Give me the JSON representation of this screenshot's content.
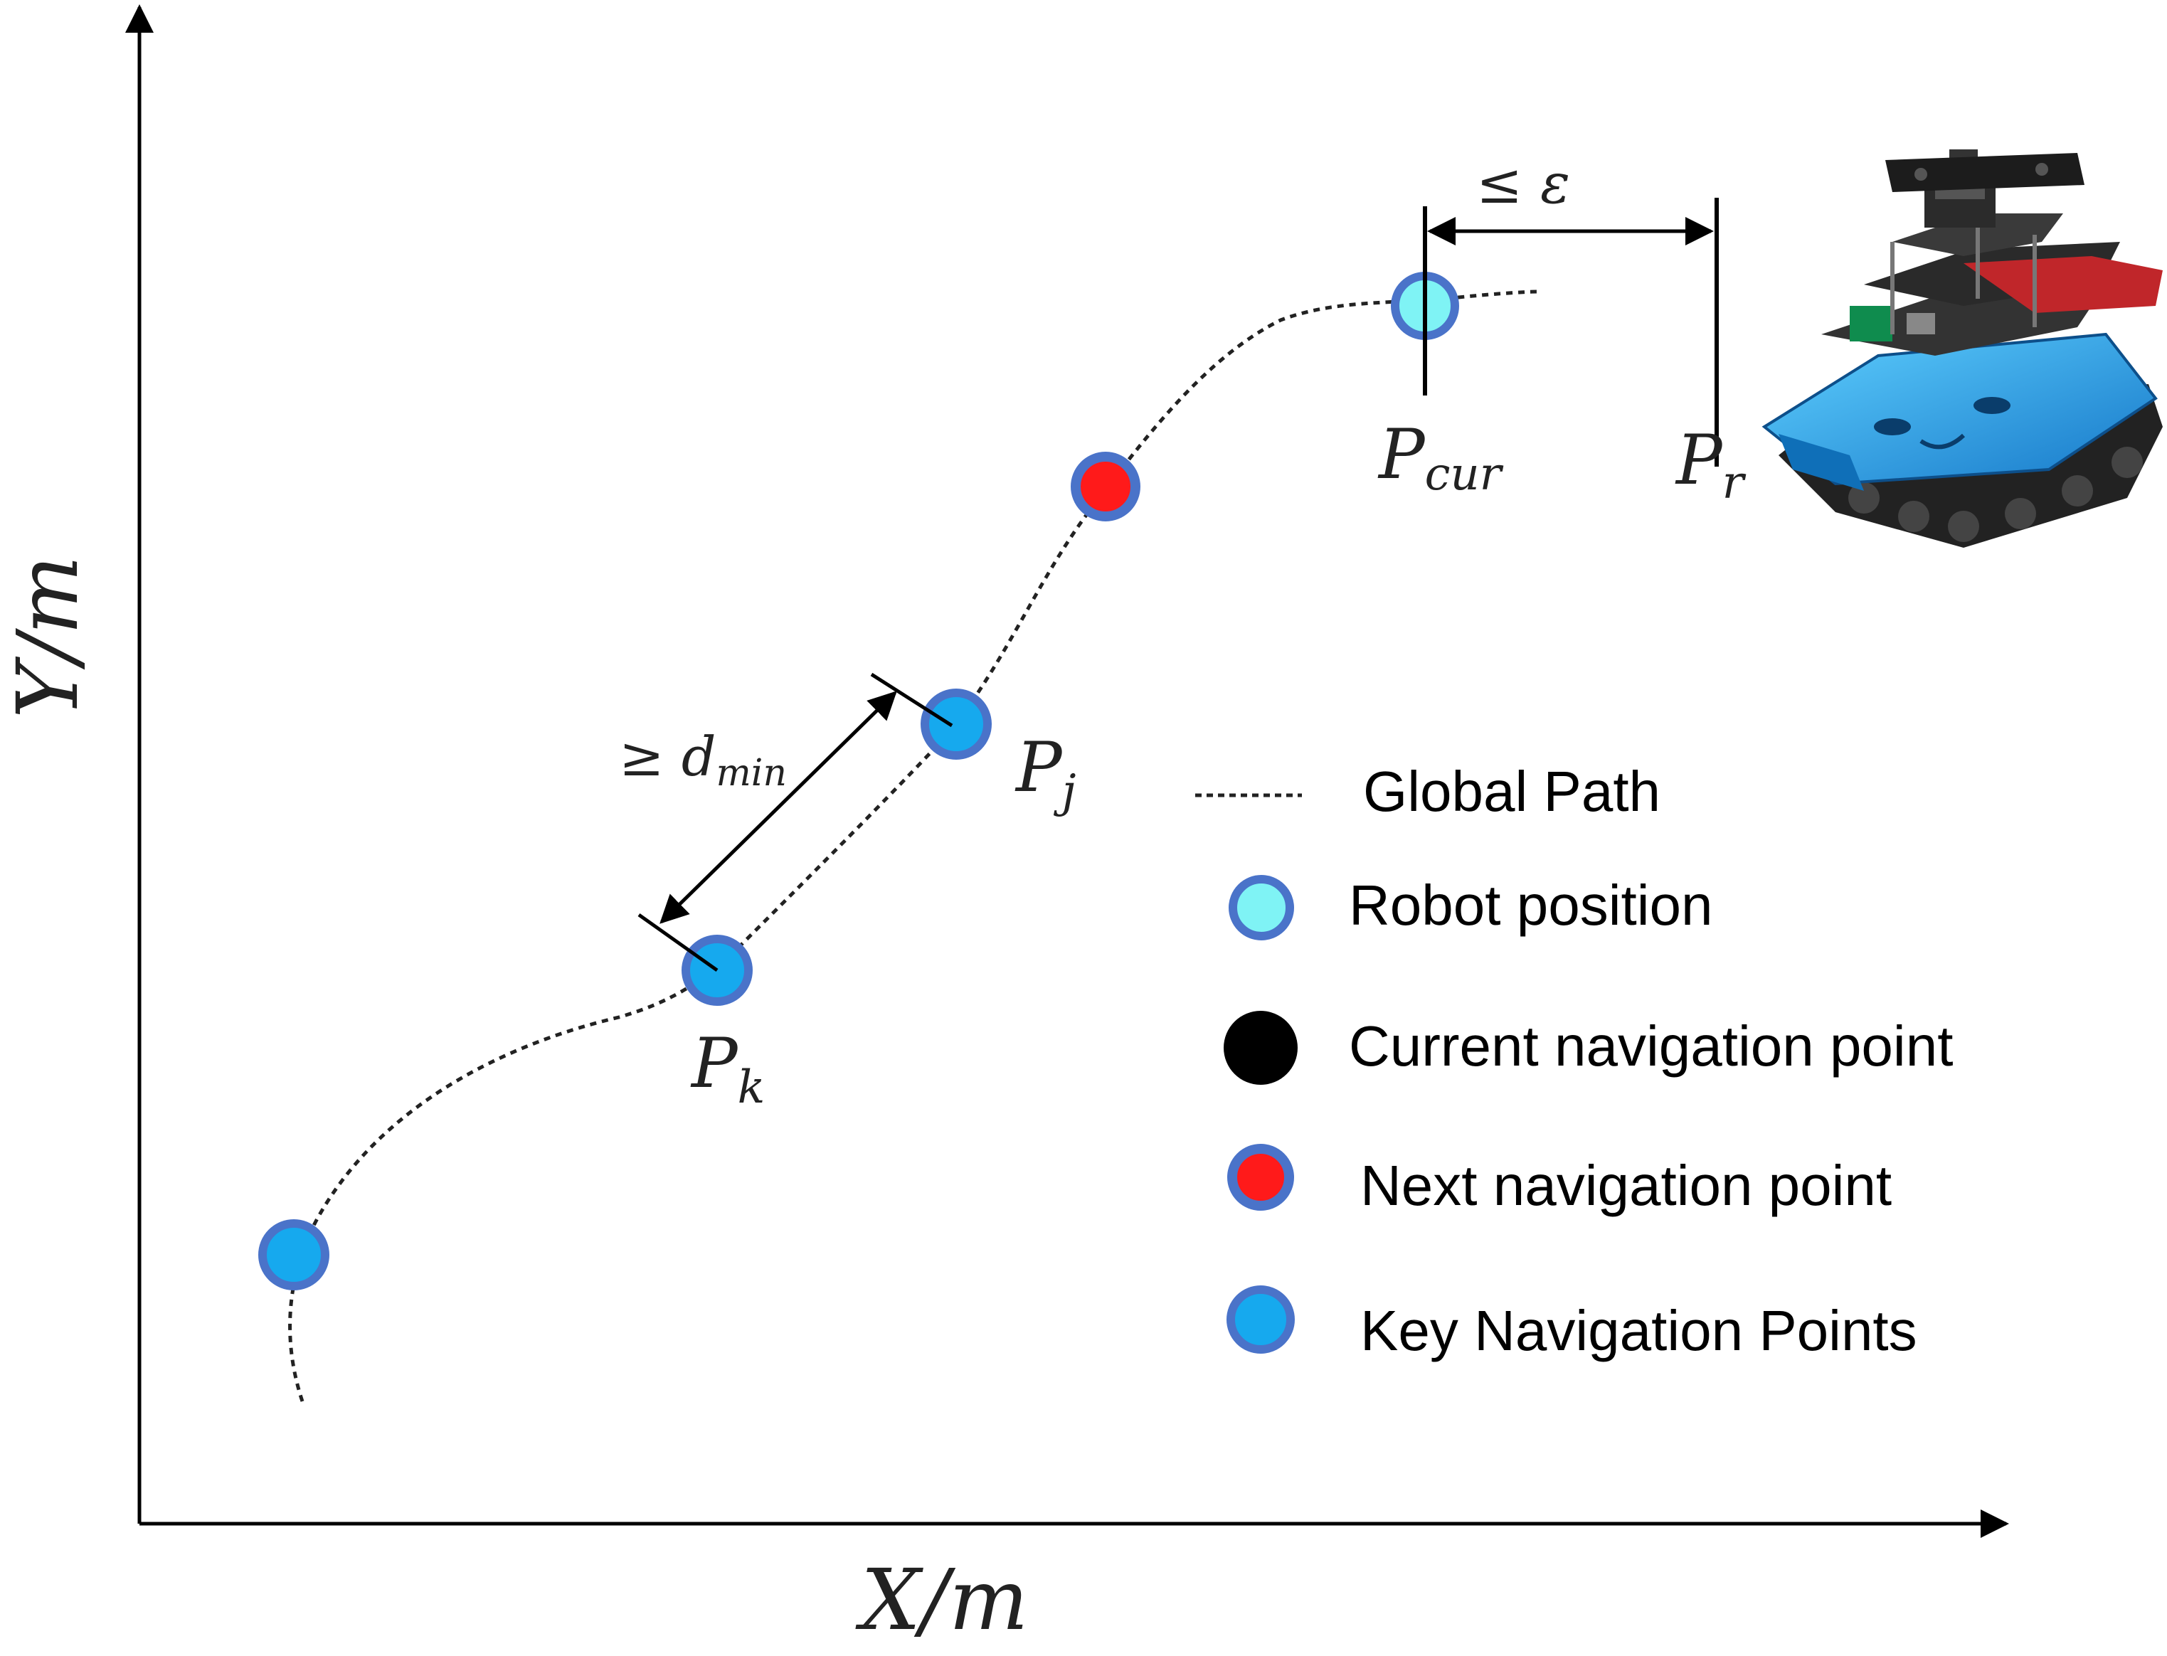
{
  "axes": {
    "x_label_main": "X",
    "x_label_unit": "/m",
    "y_label_main": "Y",
    "y_label_unit": "/m"
  },
  "points": {
    "pk_main": "P",
    "pk_sub": "k",
    "pj_main": "P",
    "pj_sub": "j",
    "pcur_main": "P",
    "pcur_sub": "cur",
    "pr_main": "P",
    "pr_sub": "r"
  },
  "annotations": {
    "dmin_symbol": "≥ d",
    "dmin_sub": "min",
    "epsilon": "≤ ε"
  },
  "legend": {
    "global_path": "Global Path",
    "robot_position": "Robot position",
    "current_nav_point": "Current navigation point",
    "next_nav_point": "Next navigation point",
    "key_nav_points": "Key Navigation Points"
  },
  "colors": {
    "robot_fill": "#7ff3f5",
    "marker_ring": "#4a73c9",
    "key_fill": "#16a9ee",
    "next_fill": "#ff1a1a",
    "current_fill": "#000000",
    "path": "#222222"
  }
}
